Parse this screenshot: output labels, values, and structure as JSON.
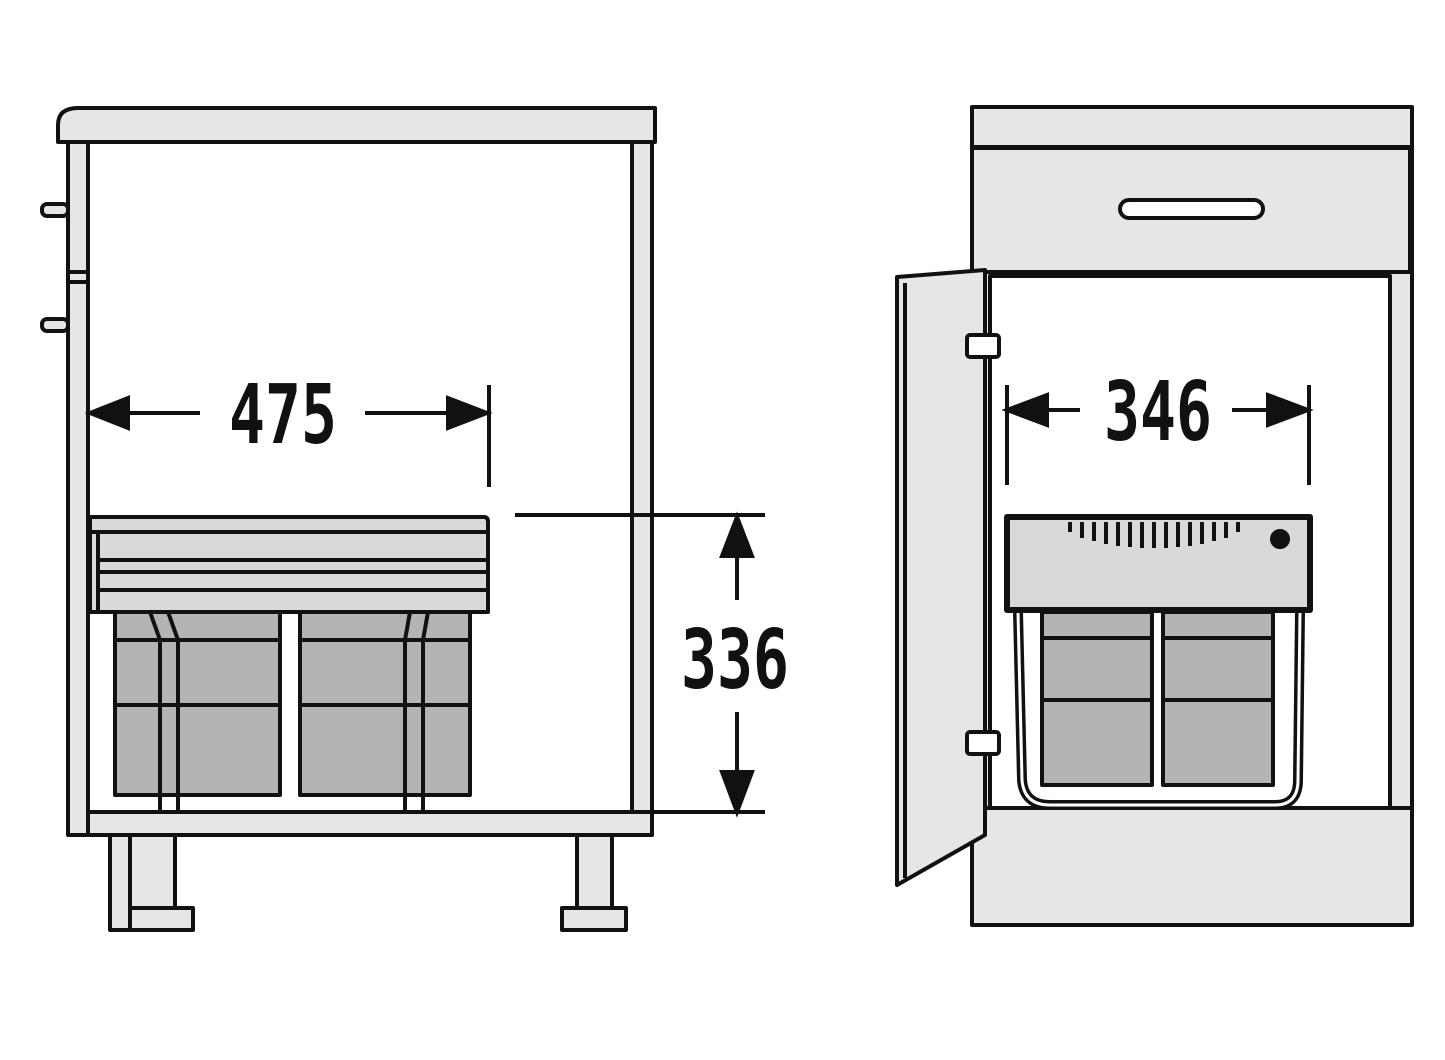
{
  "colors": {
    "stroke": "#111111",
    "panel": "#e6e6e6",
    "lid": "#d9d9d9",
    "bin": "#b4b4b4",
    "background": "#ffffff"
  },
  "dimensions": {
    "width_left": "475",
    "height_left": "336",
    "width_right": "346"
  }
}
